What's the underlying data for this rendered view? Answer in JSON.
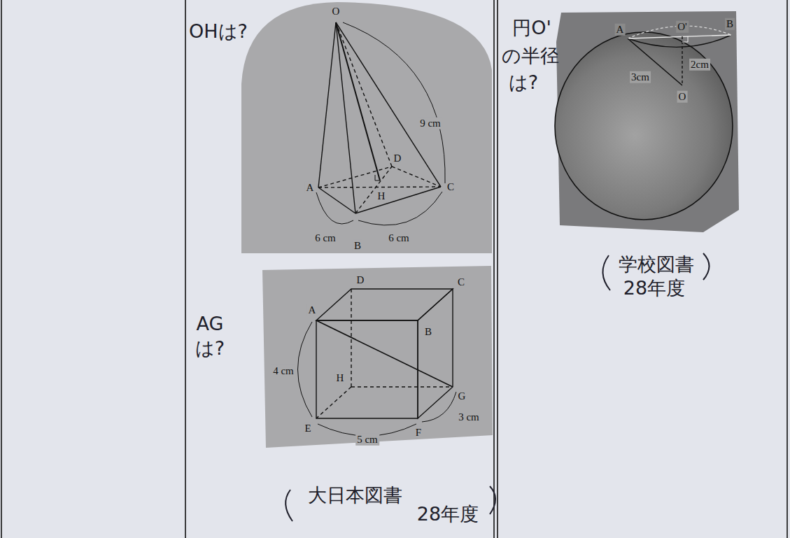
{
  "diagram": {
    "labels": [
      "OHは?",
      "O",
      "9 cm",
      "D",
      "A",
      "C",
      "H",
      "6 cm",
      "B",
      "6 cm",
      "AG",
      "は?",
      "D",
      "C",
      "A",
      "B",
      "4 cm",
      "H",
      "G",
      "E",
      "5 cm",
      "F",
      "3 cm",
      "大日本図書",
      "28年度",
      "円O'",
      "の半径",
      "は?",
      "A",
      "O'",
      "B",
      "2cm",
      "3cm",
      "O",
      "学校図書",
      "28年度"
    ]
  }
}
